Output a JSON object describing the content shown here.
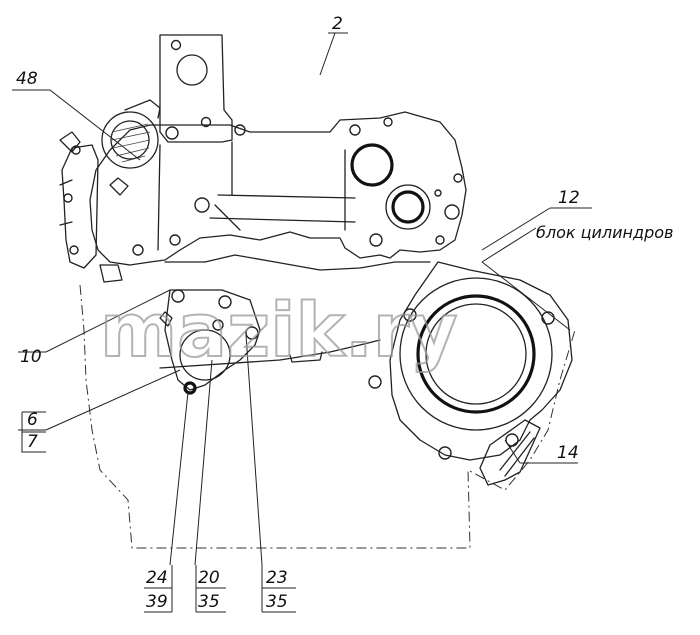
{
  "callouts": {
    "c2": "2",
    "c48": "48",
    "c12": "12",
    "block": "блок цилиндров",
    "c10": "10",
    "c6": "6",
    "c7": "7",
    "c14": "14",
    "c24": "24",
    "c39": "39",
    "c20": "20",
    "c35a": "35",
    "c23": "23",
    "c35b": "35"
  },
  "watermark": "mazik.ry"
}
